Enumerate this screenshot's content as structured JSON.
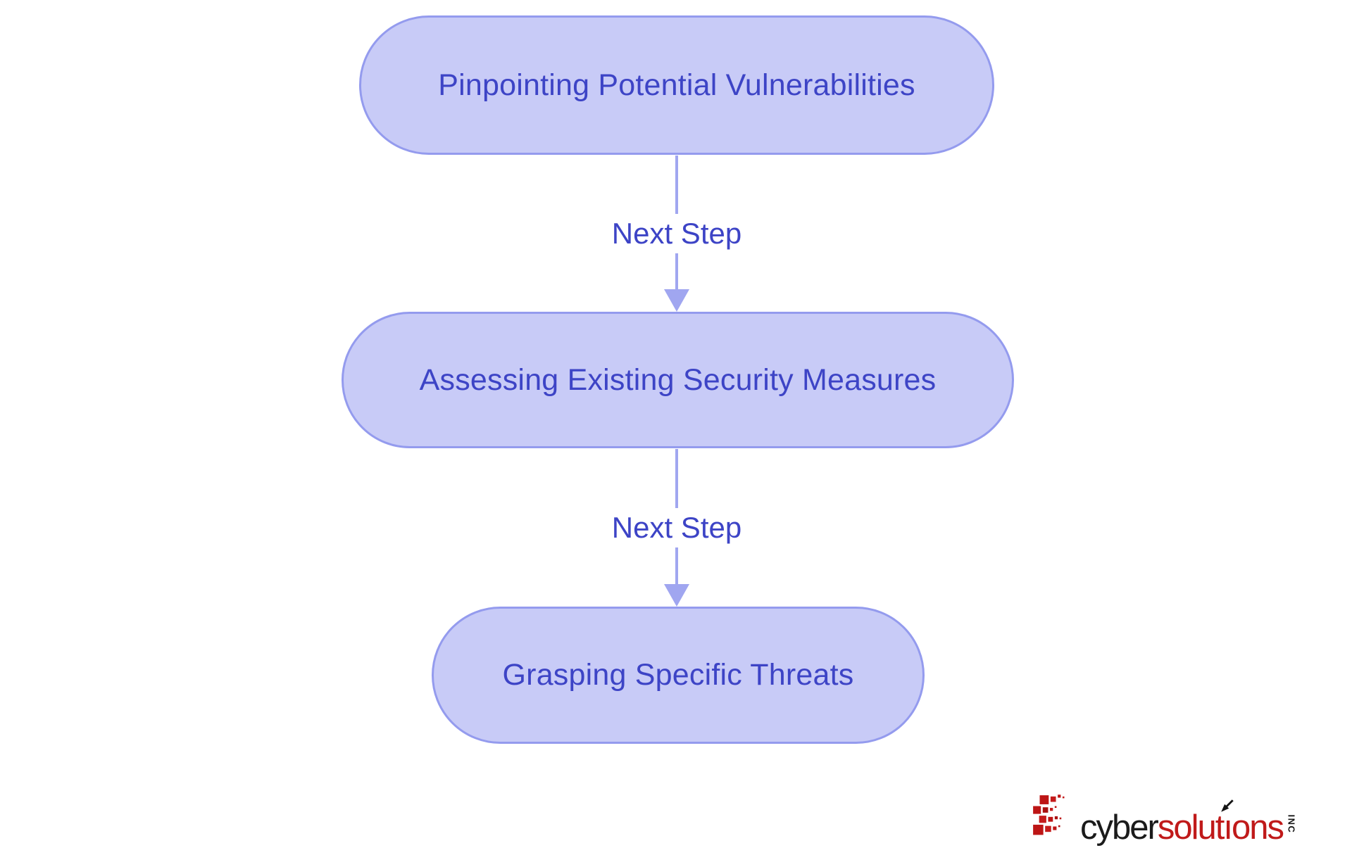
{
  "diagram": {
    "nodes": [
      {
        "label": "Pinpointing Potential Vulnerabilities"
      },
      {
        "label": "Assessing Existing Security Measures"
      },
      {
        "label": "Grasping Specific Threats"
      }
    ],
    "edges": [
      {
        "label": "Next Step"
      },
      {
        "label": "Next Step"
      }
    ],
    "colors": {
      "node_fill": "#c8cbf7",
      "node_border": "#949bee",
      "node_text": "#3d44c6",
      "edge_line": "#a0a6f0",
      "edge_label_text": "#3d44c6",
      "background": "#ffffff"
    }
  },
  "logo": {
    "brand_black": "cyber",
    "brand_red_pre": "solut",
    "brand_red_i": "ı",
    "brand_red_post": "ons",
    "suffix": "INC",
    "icons": {
      "mark": "pixel-mosaic-squares",
      "over_i": "mouse-pointer"
    },
    "colors": {
      "red": "#c01a1a",
      "black": "#1b1b1b"
    }
  }
}
